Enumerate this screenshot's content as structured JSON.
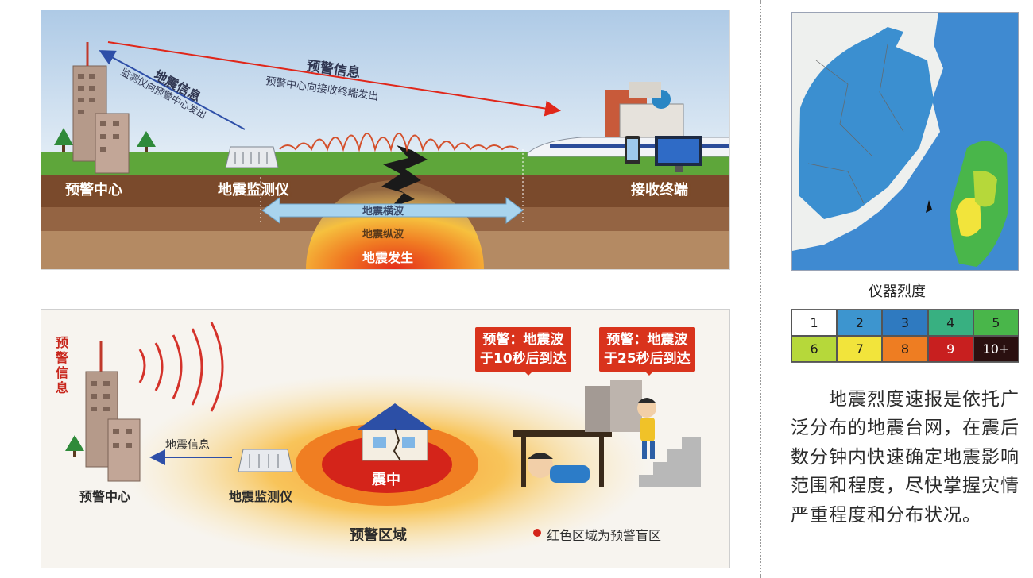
{
  "top": {
    "center_label": "预警中心",
    "monitor_label": "地震监测仪",
    "receiver_label": "接收终端",
    "arrow1_title": "预警信息",
    "arrow1_sub": "预警中心向接收终端发出",
    "arrow2_title": "地震信息",
    "arrow2_sub": "监测仪向预警中心发出",
    "wave_p": "地震横波",
    "wave_s": "地震纵波",
    "quake": "地震发生"
  },
  "bottom": {
    "side_text": "预警信息",
    "arrow_label": "地震信息",
    "center_label": "预警中心",
    "monitor_label": "地震监测仪",
    "epicenter": "震中",
    "zone_label": "预警区域",
    "warn1_line1": "预警：地震波",
    "warn1_line2": "于10秒后到达",
    "warn2_line1": "预警：地震波",
    "warn2_line2": "于25秒后到达",
    "legend": "红色区域为预警盲区"
  },
  "map": {
    "title": "仪器烈度",
    "scale": [
      {
        "label": "1",
        "color": "#ffffff"
      },
      {
        "label": "2",
        "color": "#3d95cf"
      },
      {
        "label": "3",
        "color": "#2f7ac0"
      },
      {
        "label": "4",
        "color": "#38b081"
      },
      {
        "label": "5",
        "color": "#49b64a"
      },
      {
        "label": "6",
        "color": "#b6d83a"
      },
      {
        "label": "7",
        "color": "#f2e43b"
      },
      {
        "label": "8",
        "color": "#ee7d22"
      },
      {
        "label": "9",
        "color": "#c81f1f"
      },
      {
        "label": "10+",
        "color": "#2a1010"
      }
    ]
  },
  "description": "地震烈度速报是依托广泛分布的地震台网，在震后数分钟内快速确定地震影响范围和程度，尽快掌握灾情严重程度和分布状况。",
  "colors": {
    "warning_red": "#d9331c",
    "sky": "#b3cde6",
    "grass": "#5aa23a",
    "soil": "#8a5a3a"
  }
}
